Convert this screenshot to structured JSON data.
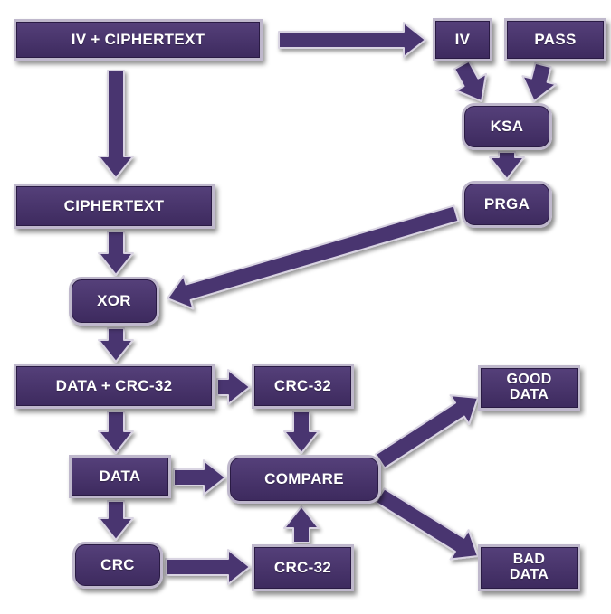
{
  "diagram": {
    "nodes": {
      "iv_ciphertext": "IV + CIPHERTEXT",
      "iv": "IV",
      "pass": "PASS",
      "ksa": "KSA",
      "prga": "PRGA",
      "ciphertext": "CIPHERTEXT",
      "xor": "XOR",
      "data_crc32": "DATA + CRC-32",
      "crc32_top": "CRC-32",
      "good_data": "GOOD\nDATA",
      "data": "DATA",
      "compare": "COMPARE",
      "crc": "CRC",
      "crc32_bottom": "CRC-32",
      "bad_data": "BAD\nDATA"
    },
    "edges": [
      [
        "iv_ciphertext",
        "iv"
      ],
      [
        "iv_ciphertext",
        "ciphertext"
      ],
      [
        "iv",
        "ksa"
      ],
      [
        "pass",
        "ksa"
      ],
      [
        "ksa",
        "prga"
      ],
      [
        "prga",
        "xor"
      ],
      [
        "ciphertext",
        "xor"
      ],
      [
        "xor",
        "data_crc32"
      ],
      [
        "data_crc32",
        "crc32_top"
      ],
      [
        "data_crc32",
        "data"
      ],
      [
        "crc32_top",
        "compare"
      ],
      [
        "data",
        "compare"
      ],
      [
        "data",
        "crc"
      ],
      [
        "crc",
        "crc32_bottom"
      ],
      [
        "crc32_bottom",
        "compare"
      ],
      [
        "compare",
        "good_data"
      ],
      [
        "compare",
        "bad_data"
      ]
    ],
    "colors": {
      "box_fill": "#4a3670",
      "box_border": "#bfb8cc",
      "arrow_fill": "#4a3670",
      "arrow_outline": "#d9d4e2"
    }
  }
}
